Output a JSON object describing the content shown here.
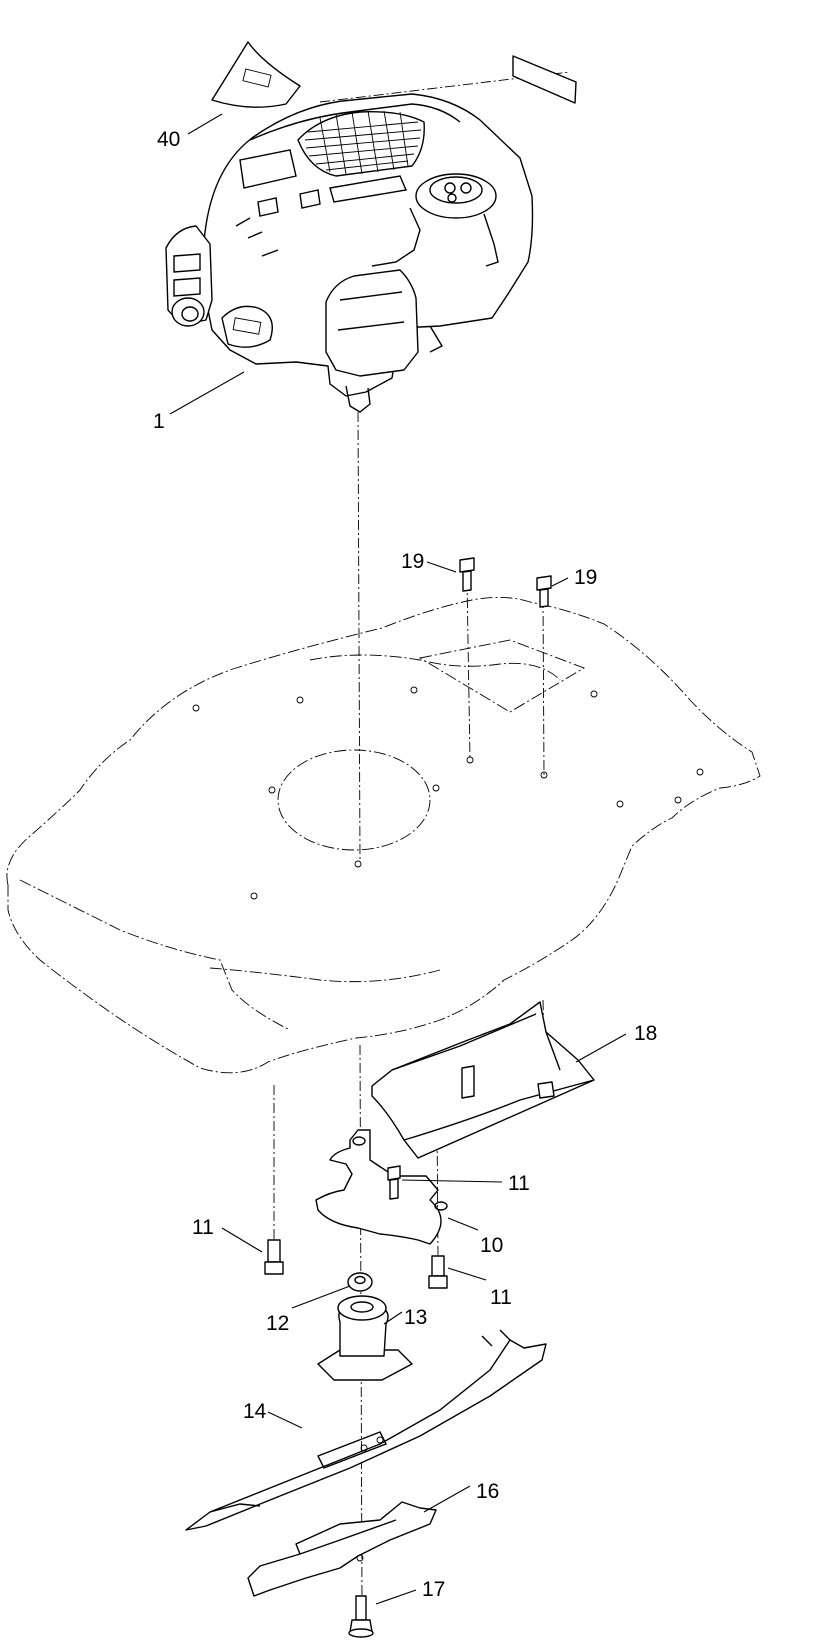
{
  "callouts": {
    "engine": "1",
    "decal": "40",
    "deck_bolt_left": "19",
    "deck_bolt_right": "19",
    "baffle": "18",
    "bolt_upper": "11",
    "bolt_left": "11",
    "bolt_right": "11",
    "bracket": "10",
    "washer": "12",
    "adapter": "13",
    "blade": "14",
    "mulch_blade": "16",
    "blade_bolt": "17"
  },
  "colors": {
    "line": "#000000",
    "background": "#ffffff"
  }
}
